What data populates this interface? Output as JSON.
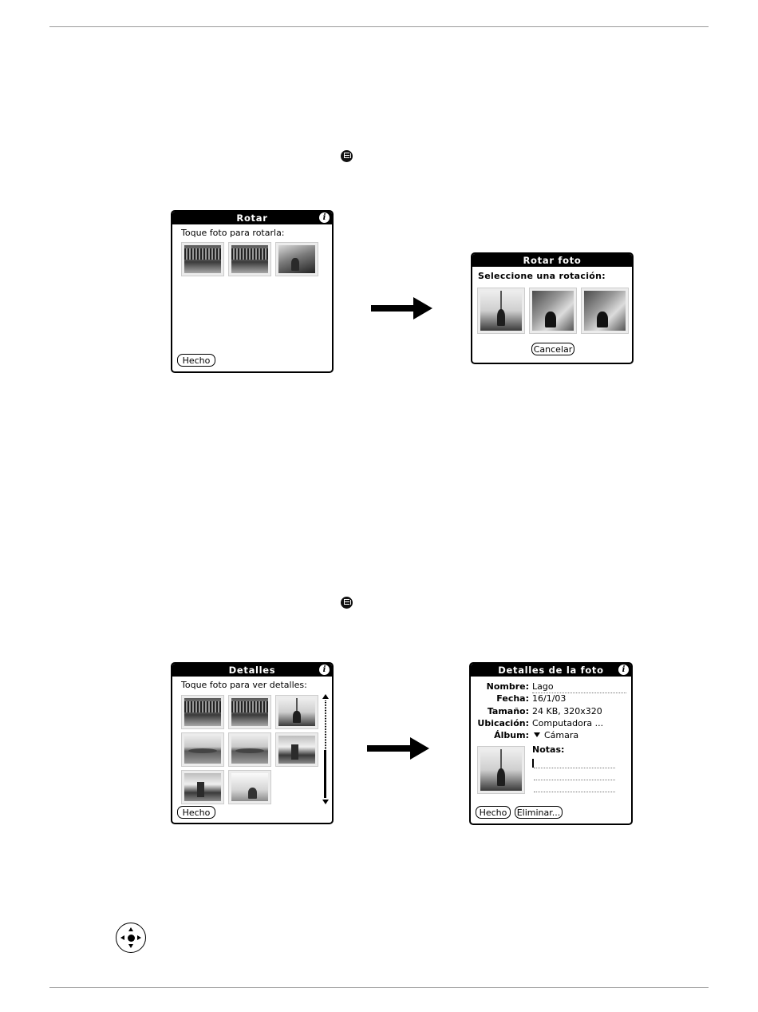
{
  "rotate_window": {
    "title": "Rotar",
    "instruction": "Toque foto para rotarla:",
    "done_button": "Hecho",
    "thumbnails": [
      "room",
      "room",
      "cat"
    ]
  },
  "rotate_photo_window": {
    "title": "Rotar foto",
    "instruction": "Seleccione una rotación:",
    "cancel_button": "Cancelar",
    "options": [
      "catw",
      "catsq",
      "catsq"
    ]
  },
  "details_window": {
    "title": "Detalles",
    "instruction": "Toque foto para ver detalles:",
    "done_button": "Hecho",
    "thumbnails": [
      "room",
      "room",
      "catw",
      "bath",
      "bath",
      "lamp",
      "lamp",
      "wincat"
    ]
  },
  "photo_details_window": {
    "title": "Detalles de la foto",
    "name_label": "Nombre:",
    "name_value": "Lago",
    "date_label": "Fecha:",
    "date_value": "16/1/03",
    "size_label": "Tamaño:",
    "size_value": "24 KB, 320x320",
    "location_label": "Ubicación:",
    "location_value": "Computadora ...",
    "album_label": "Álbum:",
    "album_value": "Cámara",
    "notes_label": "Notas:",
    "done_button": "Hecho",
    "delete_button": "Eliminar..."
  },
  "icons": {
    "menu": "menu-icon",
    "info": "info-icon",
    "arrow": "right-arrow-icon",
    "navigator": "five-way-navigator-icon"
  },
  "colors": {
    "titlebar": "#000000",
    "rule": "#9a9a9a"
  }
}
